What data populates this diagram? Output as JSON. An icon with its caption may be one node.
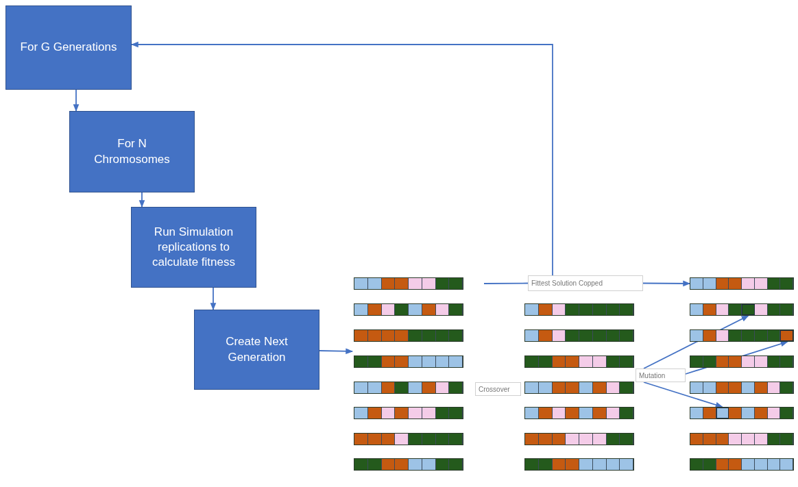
{
  "diagram": {
    "nodes": [
      {
        "text": [
          "For G Generations"
        ]
      },
      {
        "text": [
          "For N Chromosomes"
        ]
      },
      {
        "text": [
          "Run Simulation replications to calculate fitness"
        ]
      },
      {
        "text": [
          "Create Next Generation"
        ]
      },
      {
        "text": [
          "Fittest Solution Copped"
        ]
      },
      {
        "text": [
          "Crossover"
        ]
      },
      {
        "text": [
          "Mutation"
        ]
      },
      {
        "text": [],
        "shape": "bar"
      },
      {
        "text": [],
        "shape": "bar"
      },
      {
        "text": [],
        "shape": "bar"
      },
      {
        "text": [],
        "shape": "bar"
      },
      {
        "text": [],
        "shape": "bar"
      },
      {
        "text": [],
        "shape": "bar"
      },
      {
        "text": [],
        "shape": "bar"
      },
      {
        "text": [],
        "shape": "bar"
      },
      {
        "text": [],
        "shape": "bar"
      },
      {
        "text": [],
        "shape": "bar"
      },
      {
        "text": [],
        "shape": "bar"
      },
      {
        "text": [],
        "shape": "bar"
      },
      {
        "text": [],
        "shape": "bar"
      },
      {
        "text": [],
        "shape": "bar"
      },
      {
        "text": [],
        "shape": "bar"
      },
      {
        "text": [],
        "shape": "bar"
      },
      {
        "text": [],
        "shape": "bar"
      },
      {
        "text": [],
        "shape": "bar"
      },
      {
        "text": [],
        "shape": "bar"
      },
      {
        "text": [],
        "shape": "bar"
      },
      {
        "text": [],
        "shape": "bar"
      },
      {
        "text": [],
        "shape": "bar"
      },
      {
        "text": [],
        "shape": "bar"
      }
    ],
    "edges": [
      {
        "from": 0,
        "to": 1,
        "arrow": "to"
      },
      {
        "from": 1,
        "to": 2,
        "arrow": "to"
      },
      {
        "from": 2,
        "to": 3,
        "arrow": "to"
      },
      {
        "from": 3,
        "to": 10,
        "arrow": "to"
      },
      {
        "from": 7,
        "to": 4,
        "arrow": "none"
      },
      {
        "from": 4,
        "to": 22,
        "arrow": "to"
      },
      {
        "from": 4,
        "to": 0,
        "arrow": "to"
      },
      {
        "from": 6,
        "to": 23,
        "arrow": "to"
      },
      {
        "from": 6,
        "to": 24,
        "arrow": "to"
      },
      {
        "from": 6,
        "to": 27,
        "arrow": "to"
      }
    ]
  }
}
